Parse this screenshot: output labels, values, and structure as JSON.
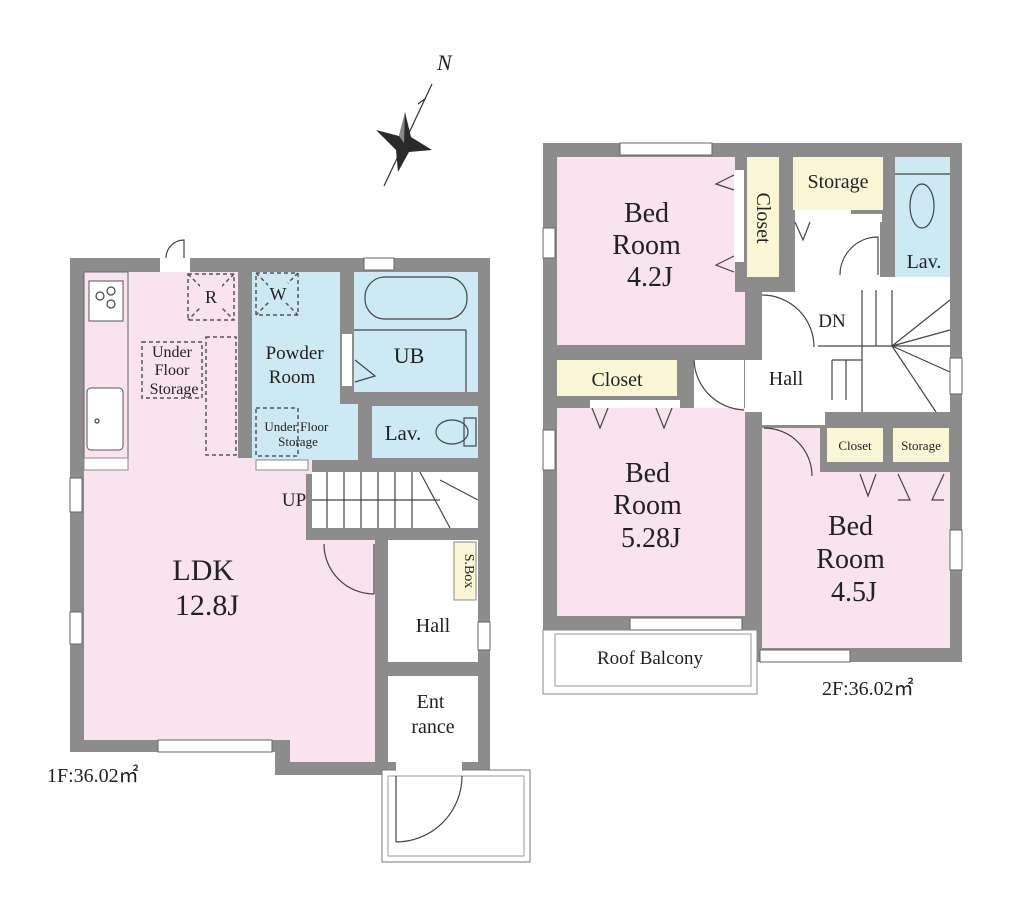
{
  "compass": {
    "north_label": "N"
  },
  "floor1": {
    "area_label": "1F:36.02㎡",
    "rooms": {
      "ldk": [
        "LDK",
        "12.8J"
      ],
      "refrigerator": "R",
      "washer": "W",
      "under_floor_storage": [
        "Under",
        "Floor",
        "Storage"
      ],
      "powder_room": [
        "Powder",
        "Room"
      ],
      "ub": "UB",
      "under_floor_storage_2": [
        "Under Floor",
        "Storage"
      ],
      "lav": "Lav.",
      "stairs": "UP",
      "shoe_box": "S.Box",
      "hall": "Hall",
      "entrance": [
        "Ent",
        "rance"
      ]
    }
  },
  "floor2": {
    "area_label": "2F:36.02㎡",
    "rooms": {
      "bed1": [
        "Bed",
        "Room",
        "4.2J"
      ],
      "closet1": "Closet",
      "storage1": "Storage",
      "lav": "Lav.",
      "stairs": "DN",
      "hall": "Hall",
      "closet2": "Closet",
      "bed2": [
        "Bed",
        "Room",
        "5.28J"
      ],
      "closet3": "Closet",
      "storage2": "Storage",
      "bed3": [
        "Bed",
        "Room",
        "4.5J"
      ],
      "roof_balcony": "Roof Balcony"
    }
  }
}
